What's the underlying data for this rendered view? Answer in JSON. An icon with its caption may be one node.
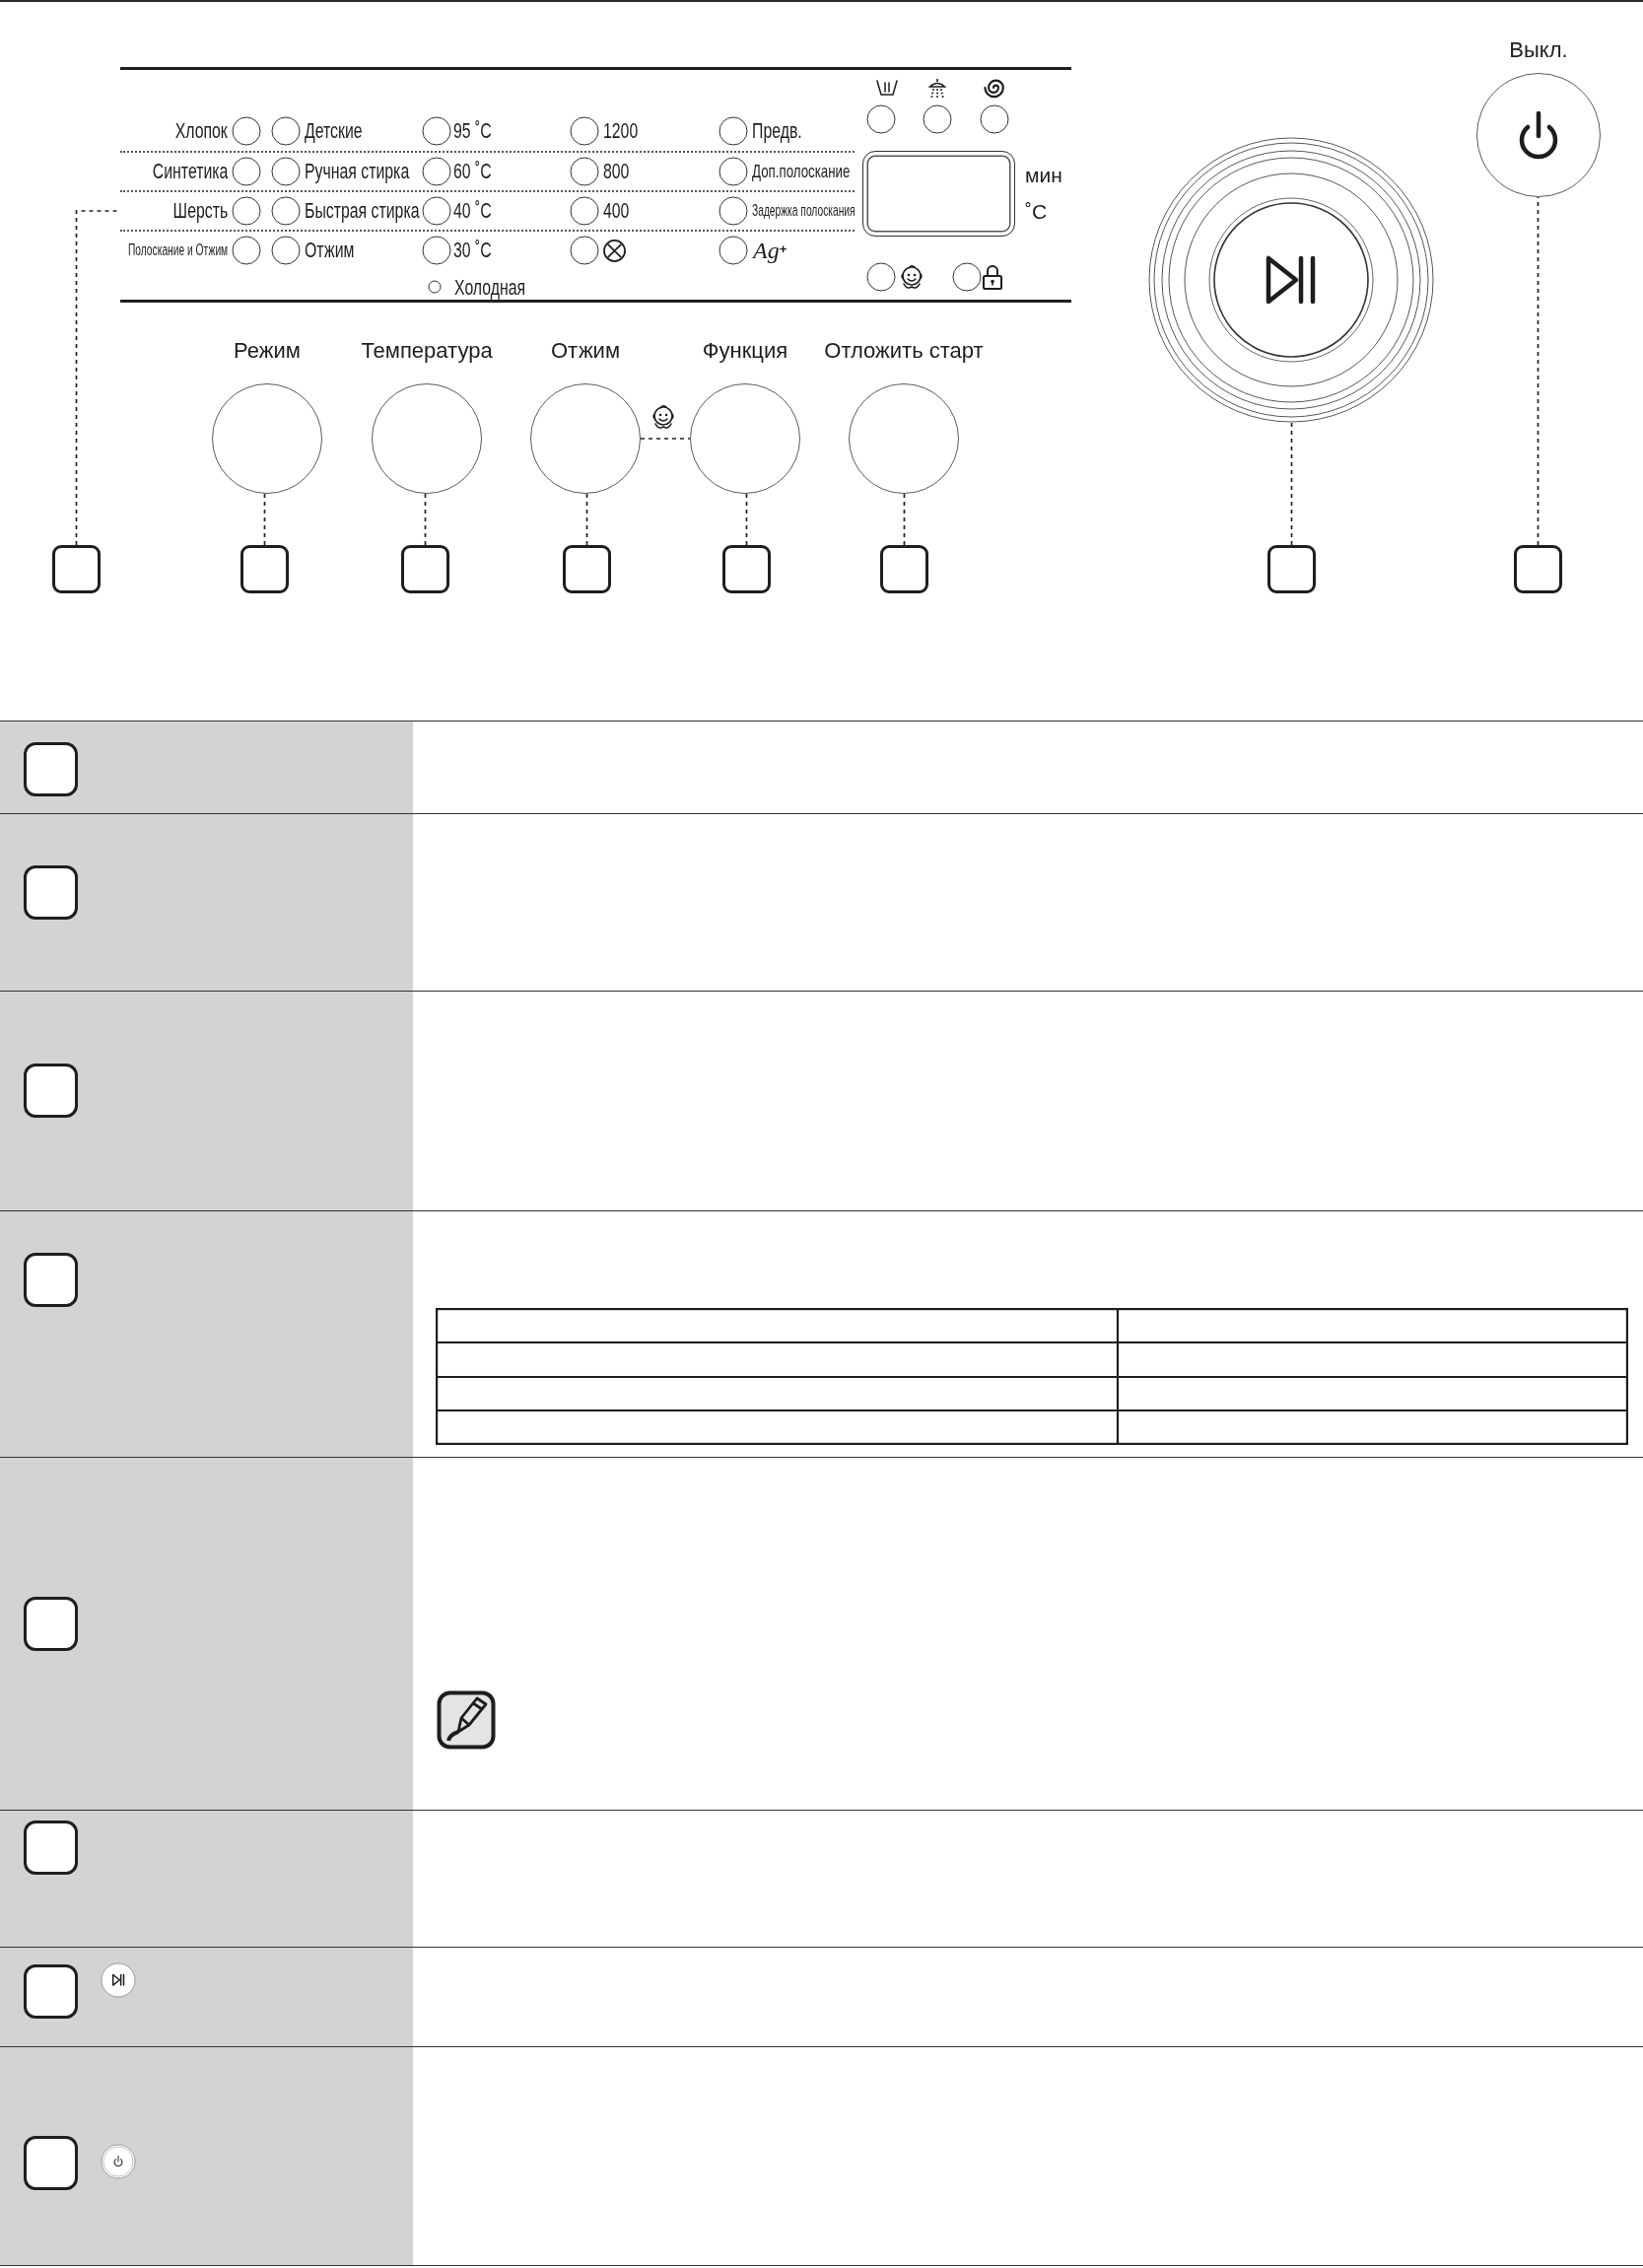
{
  "diagram": {
    "nodes": [
      {
        "text": [],
        "shape": "band"
      },
      {
        "text": [],
        "shape": "box",
        "in": 0,
        "beside": [
          "мин",
          "˚C"
        ]
      },
      {
        "text": [
          "Режим"
        ]
      },
      {
        "text": [
          "Температура"
        ]
      },
      {
        "text": [
          "Отжим"
        ]
      },
      {
        "text": [
          "Функция"
        ]
      },
      {
        "text": [
          "Отложить старт"
        ]
      },
      {
        "text": [],
        "shape": "circle"
      },
      {
        "text": [
          "Выкл."
        ]
      },
      {
        "text": [],
        "shape": "box"
      },
      {
        "text": [],
        "shape": "box"
      },
      {
        "text": [],
        "shape": "box"
      },
      {
        "text": [],
        "shape": "box"
      },
      {
        "text": [],
        "shape": "box"
      },
      {
        "text": [],
        "shape": "box"
      },
      {
        "text": [],
        "shape": "box"
      },
      {
        "text": [],
        "shape": "box"
      },
      {
        "text": [],
        "shape": "box"
      },
      {
        "text": [],
        "shape": "box"
      },
      {
        "text": [],
        "shape": "box"
      },
      {
        "text": [],
        "shape": "box"
      },
      {
        "text": [],
        "shape": "box"
      },
      {
        "text": [],
        "shape": "box"
      },
      {
        "text": [],
        "shape": "box"
      },
      {
        "text": [],
        "shape": "box"
      }
    ],
    "edges": [
      {
        "from": 9,
        "to": 0,
        "arrow": "none",
        "style": "dashed"
      },
      {
        "from": 10,
        "to": 2,
        "arrow": "none",
        "style": "dashed"
      },
      {
        "from": 11,
        "to": 3,
        "arrow": "none",
        "style": "dashed"
      },
      {
        "from": 12,
        "to": 4,
        "arrow": "none",
        "style": "dashed"
      },
      {
        "from": 13,
        "to": 5,
        "arrow": "none",
        "style": "dashed"
      },
      {
        "from": 14,
        "to": 6,
        "arrow": "none",
        "style": "dashed"
      },
      {
        "from": 15,
        "to": 7,
        "arrow": "none",
        "style": "dashed"
      },
      {
        "from": 16,
        "to": 8,
        "arrow": "none",
        "style": "dashed"
      },
      {
        "from": 4,
        "to": 5,
        "arrow": "none",
        "style": "dashed"
      }
    ],
    "labels": [
      "Хлопок",
      "Детские",
      "95 ˚C",
      "1200",
      "Предв.",
      "Синтетика",
      "Ручная стирка",
      "60 ˚C",
      "800",
      "Доп.полоскание",
      "Шерсть",
      "Быстрая стирка",
      "40 ˚C",
      "400",
      "Задержка полоскания",
      "Полоскание и Отжим",
      "Отжим",
      "30 ˚C",
      "Ag$^{+}$",
      "Холодная"
    ]
  }
}
